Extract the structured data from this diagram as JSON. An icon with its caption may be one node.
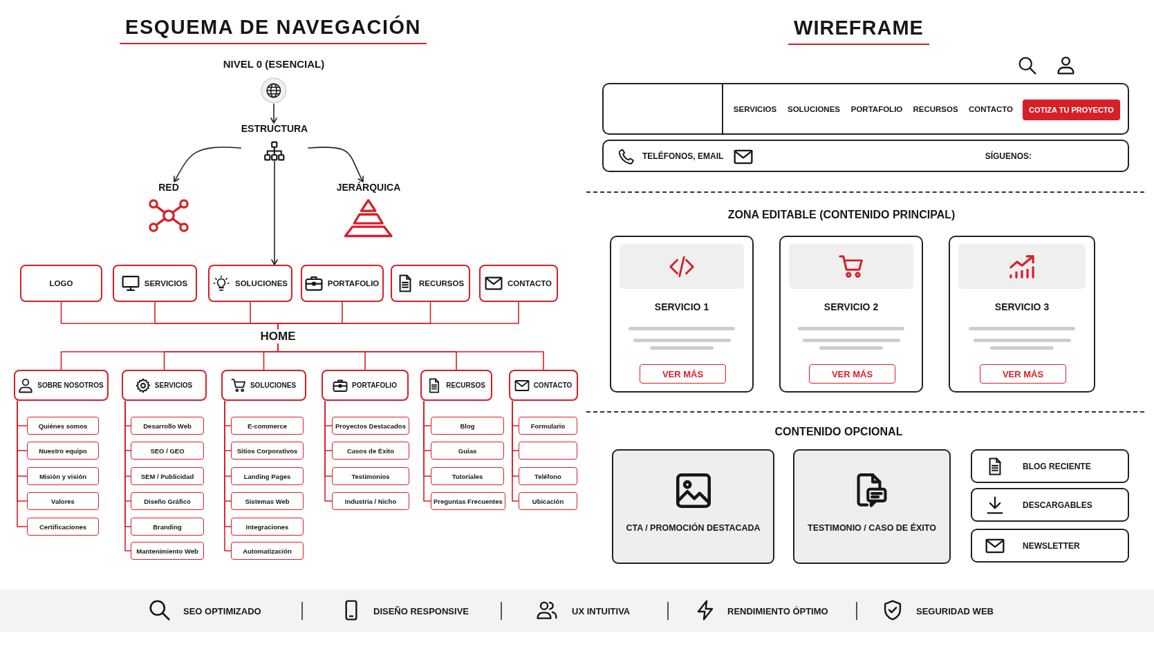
{
  "diagram": {
    "nodes": [
      {
        "text": [
          "NIVEL 0 (ESENCIAL)"
        ]
      },
      {
        "text": [
          "ESTRUCTURA"
        ]
      },
      {
        "text": [
          "RED"
        ]
      },
      {
        "text": [
          "JERÁRQUICA"
        ]
      },
      {
        "text": [
          "LOGO"
        ]
      },
      {
        "text": [
          "SERVICIOS"
        ]
      },
      {
        "text": [
          "SOLUCIONES"
        ]
      },
      {
        "text": [
          "PORTAFOLIO"
        ]
      },
      {
        "text": [
          "RECURSOS"
        ]
      },
      {
        "text": [
          "CONTACTO"
        ]
      },
      {
        "text": [
          "HOME"
        ]
      },
      {
        "text": [
          "SOBRE NOSOTROS"
        ]
      },
      {
        "text": [
          "SERVICIOS"
        ]
      },
      {
        "text": [
          "SOLUCIONES"
        ]
      },
      {
        "text": [
          "PORTAFOLIO"
        ]
      },
      {
        "text": [
          "RECURSOS"
        ]
      },
      {
        "text": [
          "CONTACTO"
        ]
      },
      {
        "text": [
          "Quiénes somos"
        ]
      },
      {
        "text": [
          "Nuestro equipo"
        ]
      },
      {
        "text": [
          "Misión y visión"
        ]
      },
      {
        "text": [
          "Valores"
        ]
      },
      {
        "text": [
          "Certificaciones"
        ]
      },
      {
        "text": [
          "Desarrollo Web"
        ]
      },
      {
        "text": [
          "SEO / GEO"
        ]
      },
      {
        "text": [
          "SEM / Publicidad"
        ]
      },
      {
        "text": [
          "Diseño Gráfico"
        ]
      },
      {
        "text": [
          "Branding"
        ]
      },
      {
        "text": [
          "Mantenimiento Web"
        ]
      },
      {
        "text": [
          "E-commerce"
        ]
      },
      {
        "text": [
          "Sitios Corporativos"
        ]
      },
      {
        "text": [
          "Landing Pages"
        ]
      },
      {
        "text": [
          "Sistemas Web"
        ]
      },
      {
        "text": [
          "Integraciones"
        ]
      },
      {
        "text": [
          "Automatización"
        ]
      },
      {
        "text": [
          "Proyectos Destacados"
        ]
      },
      {
        "text": [
          "Casos de Éxito"
        ]
      },
      {
        "text": [
          "Testimonios"
        ]
      },
      {
        "text": [
          "Industria / Nicho"
        ]
      },
      {
        "text": [
          "Blog"
        ]
      },
      {
        "text": [
          "Guias"
        ]
      },
      {
        "text": [
          "Tutoriales"
        ]
      },
      {
        "text": [
          "Preguntas Frecuentes"
        ]
      },
      {
        "text": [
          "Formulario"
        ]
      },
      {
        "text": [],
        "shape": "box"
      },
      {
        "text": [
          "Teléfono"
        ]
      },
      {
        "text": [
          "Ubicación"
        ]
      },
      {
        "text": [
          "SERVICIOS",
          "SOLUCIONES",
          "PORTAFOLIO",
          "RECURSOS",
          "CONTACTO"
        ]
      },
      {
        "text": [
          "COTIZA TU PROYECTO"
        ],
        "in": 46
      },
      {
        "text": [
          "TELÉFONOS, EMAIL",
          "SÍGUENOS:"
        ]
      },
      {
        "text": [
          "SERVICIO 1"
        ]
      },
      {
        "text": [
          "VER MÁS"
        ],
        "in": 49
      },
      {
        "text": [
          "SERVICIO 2"
        ]
      },
      {
        "text": [
          "VER MÁS"
        ],
        "in": 51
      },
      {
        "text": [
          "SERVICIO 3"
        ]
      },
      {
        "text": [
          "VER MÁS"
        ],
        "in": 53
      },
      {
        "text": [
          "CTA / PROMOCIÓN DESTACADA"
        ]
      },
      {
        "text": [
          "TESTIMONIO / CASO DE ÉXITO"
        ]
      },
      {
        "text": [
          "BLOG RECIENTE"
        ]
      },
      {
        "text": [
          "DESCARGABLES"
        ]
      },
      {
        "text": [
          "NEWSLETTER"
        ]
      },
      {
        "text": [
          "SEO OPTIMIZADO",
          "DISEÑO RESPONSIVE",
          "UX INTUITIVA",
          "RENDIMIENTO ÓPTIMO",
          "SEGURIDAD WEB"
        ]
      }
    ],
    "edges": [
      {
        "from": 0,
        "to": 1,
        "arrow": "to",
        "color": "#222222"
      },
      {
        "from": 1,
        "to": 2,
        "arrow": "to",
        "color": "#222222"
      },
      {
        "from": 1,
        "to": 3,
        "arrow": "to",
        "color": "#222222"
      },
      {
        "from": 1,
        "to": 6,
        "arrow": "to",
        "color": "#222222"
      },
      {
        "from": 4,
        "to": 10,
        "arrow": "none"
      },
      {
        "from": 5,
        "to": 10,
        "arrow": "none"
      },
      {
        "from": 6,
        "to": 10,
        "arrow": "none"
      },
      {
        "from": 7,
        "to": 10,
        "arrow": "none"
      },
      {
        "from": 8,
        "to": 10,
        "arrow": "none"
      },
      {
        "from": 9,
        "to": 10,
        "arrow": "none"
      },
      {
        "from": 10,
        "to": 11,
        "arrow": "none"
      },
      {
        "from": 10,
        "to": 12,
        "arrow": "none"
      },
      {
        "from": 10,
        "to": 13,
        "arrow": "none"
      },
      {
        "from": 10,
        "to": 14,
        "arrow": "none"
      },
      {
        "from": 10,
        "to": 15,
        "arrow": "none"
      },
      {
        "from": 10,
        "to": 16,
        "arrow": "none"
      },
      {
        "from": 11,
        "to": 17,
        "arrow": "none"
      },
      {
        "from": 11,
        "to": 18,
        "arrow": "none"
      },
      {
        "from": 11,
        "to": 19,
        "arrow": "none"
      },
      {
        "from": 11,
        "to": 20,
        "arrow": "none"
      },
      {
        "from": 11,
        "to": 21,
        "arrow": "none"
      },
      {
        "from": 12,
        "to": 22,
        "arrow": "none"
      },
      {
        "from": 12,
        "to": 23,
        "arrow": "none"
      },
      {
        "from": 12,
        "to": 24,
        "arrow": "none"
      },
      {
        "from": 12,
        "to": 25,
        "arrow": "none"
      },
      {
        "from": 12,
        "to": 26,
        "arrow": "none"
      },
      {
        "from": 12,
        "to": 27,
        "arrow": "none"
      },
      {
        "from": 13,
        "to": 28,
        "arrow": "none"
      },
      {
        "from": 13,
        "to": 29,
        "arrow": "none"
      },
      {
        "from": 13,
        "to": 30,
        "arrow": "none"
      },
      {
        "from": 13,
        "to": 31,
        "arrow": "none"
      },
      {
        "from": 13,
        "to": 32,
        "arrow": "none"
      },
      {
        "from": 13,
        "to": 33,
        "arrow": "none"
      },
      {
        "from": 14,
        "to": 34,
        "arrow": "none"
      },
      {
        "from": 14,
        "to": 35,
        "arrow": "none"
      },
      {
        "from": 14,
        "to": 36,
        "arrow": "none"
      },
      {
        "from": 14,
        "to": 37,
        "arrow": "none"
      },
      {
        "from": 15,
        "to": 38,
        "arrow": "none"
      },
      {
        "from": 15,
        "to": 39,
        "arrow": "none"
      },
      {
        "from": 15,
        "to": 40,
        "arrow": "none"
      },
      {
        "from": 15,
        "to": 41,
        "arrow": "none"
      },
      {
        "from": 16,
        "to": 42,
        "arrow": "none"
      },
      {
        "from": 16,
        "to": 43,
        "arrow": "none"
      },
      {
        "from": 16,
        "to": 44,
        "arrow": "none"
      },
      {
        "from": 16,
        "to": 45,
        "arrow": "none"
      }
    ],
    "labels": [
      "ESQUEMA DE NAVEGACIÓN",
      "WIREFRAME",
      "ZONA EDITABLE (CONTENIDO PRINCIPAL)",
      "CONTENIDO OPCIONAL"
    ]
  }
}
